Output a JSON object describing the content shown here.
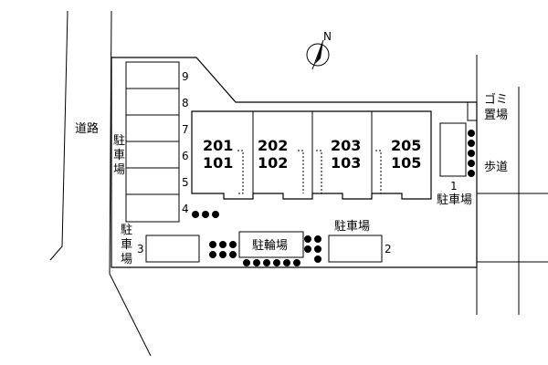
{
  "road_left_label": "道路",
  "sidewalk_label": "歩道",
  "north_label": "N",
  "garbage_label": "ゴミ置場",
  "bicycle_label": "駐輪場",
  "parking_label": "駐車場",
  "parking_left_label": "駐車場",
  "parking_lower_label": "駐車場",
  "parking_lower_right_label": "駐車場",
  "right_parking_label": "駐車場",
  "units": [
    {
      "upper": "201",
      "lower": "101"
    },
    {
      "upper": "202",
      "lower": "102"
    },
    {
      "upper": "203",
      "lower": "103"
    },
    {
      "upper": "205",
      "lower": "105"
    }
  ],
  "stall_numbers_left": [
    "9",
    "8",
    "7",
    "6",
    "5",
    "4"
  ],
  "stall_1": "1",
  "stall_2": "2",
  "stall_3": "3"
}
